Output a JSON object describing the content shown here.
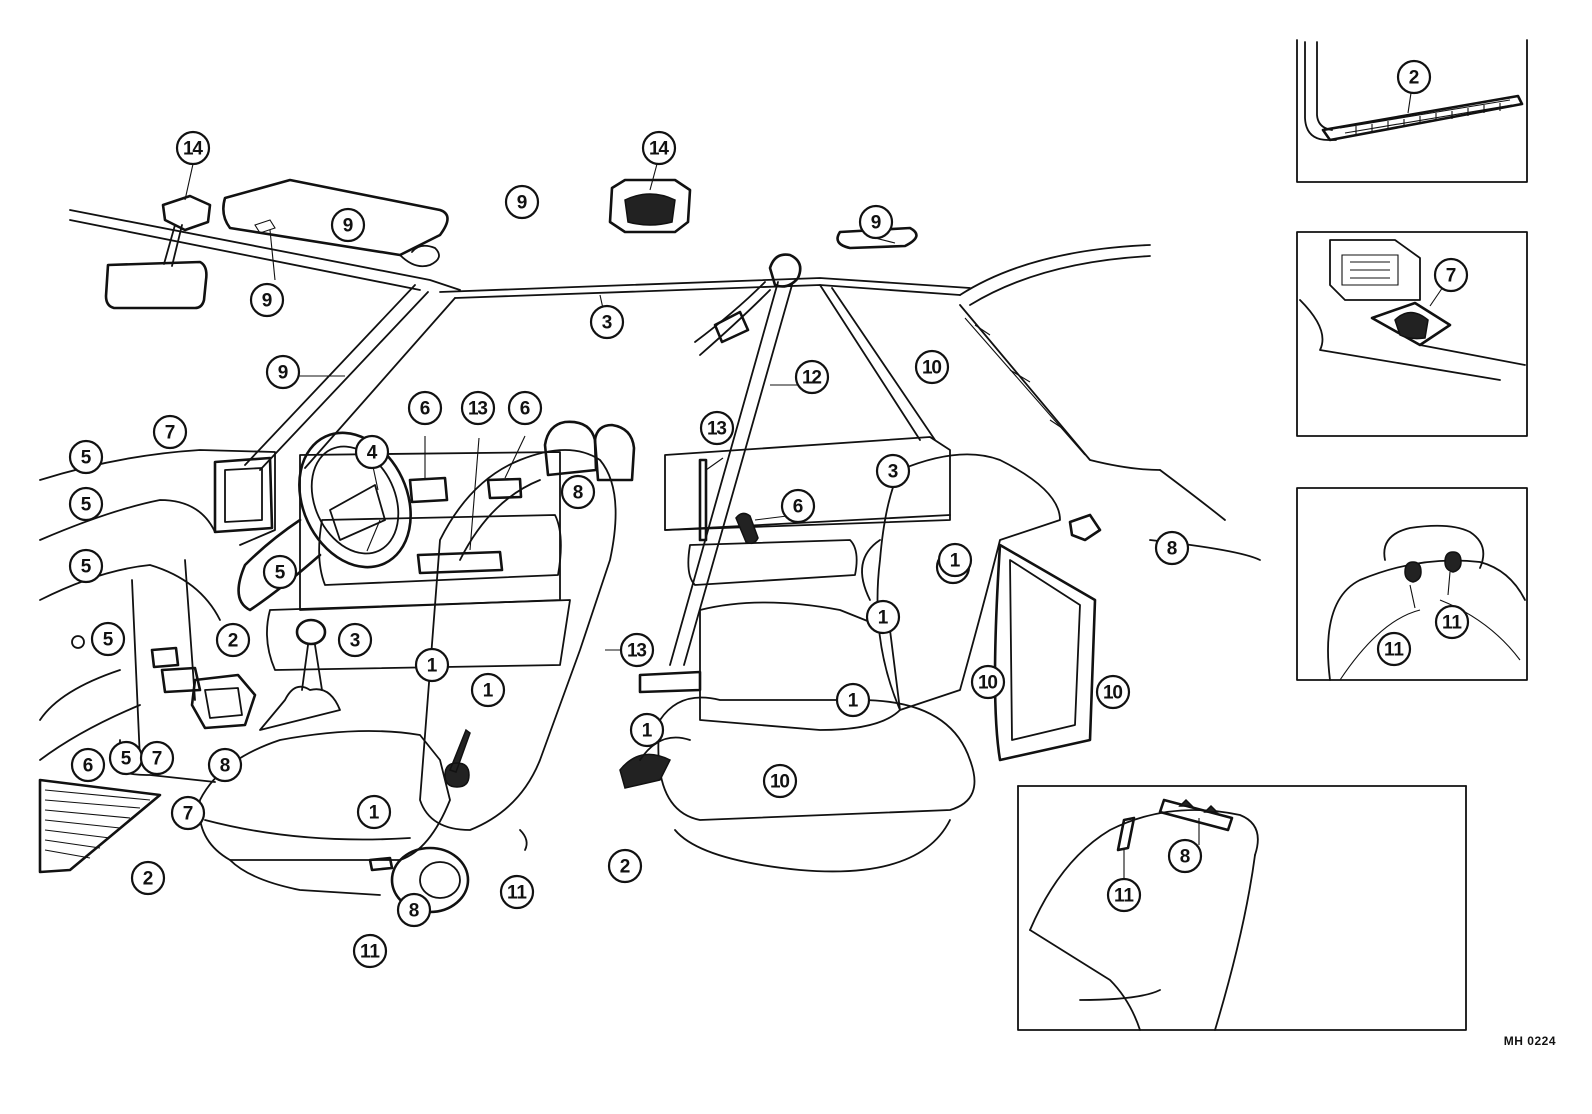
{
  "figure_code": "MH 0224",
  "part_numbers": [
    "1",
    "2",
    "3",
    "4",
    "5",
    "6",
    "7",
    "8",
    "9",
    "10",
    "11",
    "12",
    "13",
    "14"
  ],
  "callouts": [
    {
      "num": "14"
    },
    {
      "num": "9"
    },
    {
      "num": "9"
    },
    {
      "num": "9"
    },
    {
      "num": "14"
    },
    {
      "num": "9"
    },
    {
      "num": "3"
    },
    {
      "num": "9"
    },
    {
      "num": "12"
    },
    {
      "num": "10"
    },
    {
      "num": "5"
    },
    {
      "num": "7"
    },
    {
      "num": "4"
    },
    {
      "num": "6"
    },
    {
      "num": "13"
    },
    {
      "num": "6"
    },
    {
      "num": "8"
    },
    {
      "num": "13"
    },
    {
      "num": "3"
    },
    {
      "num": "1"
    },
    {
      "num": "6"
    },
    {
      "num": "8"
    },
    {
      "num": "5"
    },
    {
      "num": "5"
    },
    {
      "num": "5"
    },
    {
      "num": "1"
    },
    {
      "num": "1"
    },
    {
      "num": "5"
    },
    {
      "num": "2"
    },
    {
      "num": "3"
    },
    {
      "num": "13"
    },
    {
      "num": "10"
    },
    {
      "num": "10"
    },
    {
      "num": "1"
    },
    {
      "num": "1"
    },
    {
      "num": "1"
    },
    {
      "num": "1"
    },
    {
      "num": "6"
    },
    {
      "num": "5"
    },
    {
      "num": "7"
    },
    {
      "num": "8"
    },
    {
      "num": "7"
    },
    {
      "num": "10"
    },
    {
      "num": "1"
    },
    {
      "num": "2"
    },
    {
      "num": "2"
    },
    {
      "num": "8"
    },
    {
      "num": "11"
    },
    {
      "num": "11"
    },
    {
      "num": "2"
    },
    {
      "num": "7"
    },
    {
      "num": "11"
    },
    {
      "num": "11"
    },
    {
      "num": "11"
    },
    {
      "num": "8"
    }
  ]
}
